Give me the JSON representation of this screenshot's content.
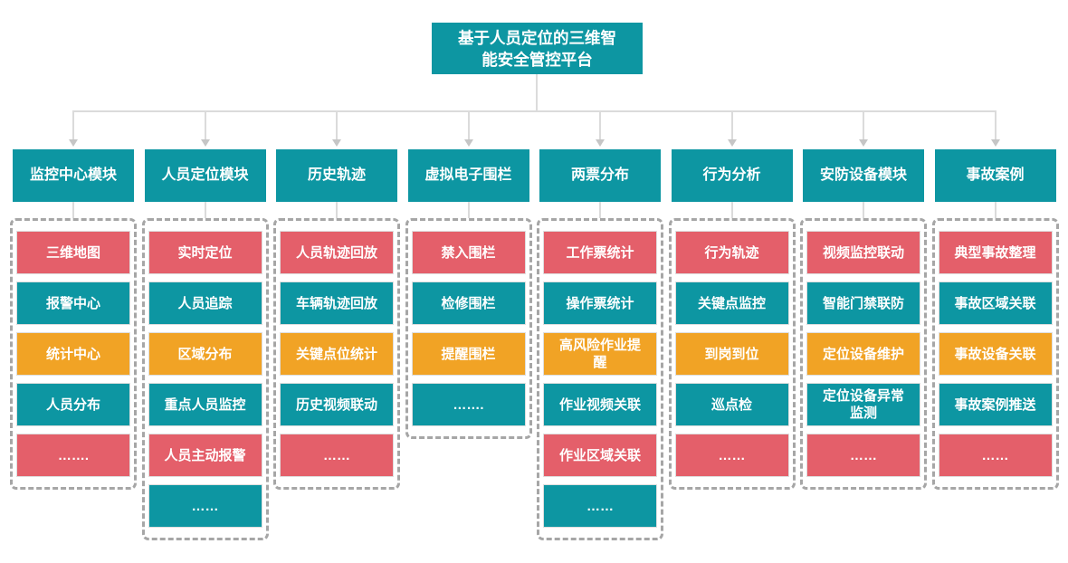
{
  "root": {
    "title": "基于人员定位的三维智能安全管控平台"
  },
  "colors": {
    "teal": "#0D96A2",
    "red": "#E45F6A",
    "orange": "#F1A325",
    "connector_line": "#DBDBDB",
    "arrow": "#C6C6C6",
    "dashed_border": "#A6A6A6"
  },
  "columns": [
    {
      "header": "监控中心模块",
      "items": [
        {
          "label": "三维地图",
          "color": "red"
        },
        {
          "label": "报警中心",
          "color": "teal"
        },
        {
          "label": "统计中心",
          "color": "orange"
        },
        {
          "label": "人员分布",
          "color": "teal"
        },
        {
          "label": "…….",
          "color": "red"
        }
      ]
    },
    {
      "header": "人员定位模块",
      "items": [
        {
          "label": "实时定位",
          "color": "red"
        },
        {
          "label": "人员追踪",
          "color": "teal"
        },
        {
          "label": "区域分布",
          "color": "orange"
        },
        {
          "label": "重点人员监控",
          "color": "teal"
        },
        {
          "label": "人员主动报警",
          "color": "red"
        },
        {
          "label": "……",
          "color": "teal"
        }
      ]
    },
    {
      "header": "历史轨迹",
      "items": [
        {
          "label": "人员轨迹回放",
          "color": "red"
        },
        {
          "label": "车辆轨迹回放",
          "color": "teal"
        },
        {
          "label": "关键点位统计",
          "color": "orange"
        },
        {
          "label": "历史视频联动",
          "color": "teal"
        },
        {
          "label": "……",
          "color": "red"
        }
      ]
    },
    {
      "header": "虚拟电子围栏",
      "items": [
        {
          "label": "禁入围栏",
          "color": "red"
        },
        {
          "label": "检修围栏",
          "color": "teal"
        },
        {
          "label": "提醒围栏",
          "color": "orange"
        },
        {
          "label": "…….",
          "color": "teal"
        }
      ]
    },
    {
      "header": "两票分布",
      "items": [
        {
          "label": "工作票统计",
          "color": "red"
        },
        {
          "label": "操作票统计",
          "color": "teal"
        },
        {
          "label": "高风险作业提醒",
          "color": "orange"
        },
        {
          "label": "作业视频关联",
          "color": "teal"
        },
        {
          "label": "作业区域关联",
          "color": "red"
        },
        {
          "label": "……",
          "color": "teal"
        }
      ]
    },
    {
      "header": "行为分析",
      "items": [
        {
          "label": "行为轨迹",
          "color": "red"
        },
        {
          "label": "关键点监控",
          "color": "teal"
        },
        {
          "label": "到岗到位",
          "color": "orange"
        },
        {
          "label": "巡点检",
          "color": "teal"
        },
        {
          "label": "……",
          "color": "red"
        }
      ]
    },
    {
      "header": "安防设备模块",
      "items": [
        {
          "label": "视频监控联动",
          "color": "red"
        },
        {
          "label": "智能门禁联防",
          "color": "teal"
        },
        {
          "label": "定位设备维护",
          "color": "orange"
        },
        {
          "label": "定位设备异常监测",
          "color": "teal"
        },
        {
          "label": "……",
          "color": "red"
        }
      ]
    },
    {
      "header": "事故案例",
      "items": [
        {
          "label": "典型事故整理",
          "color": "red"
        },
        {
          "label": "事故区域关联",
          "color": "teal"
        },
        {
          "label": "事故设备关联",
          "color": "orange"
        },
        {
          "label": "事故案例推送",
          "color": "teal"
        },
        {
          "label": "……",
          "color": "red"
        }
      ]
    }
  ]
}
